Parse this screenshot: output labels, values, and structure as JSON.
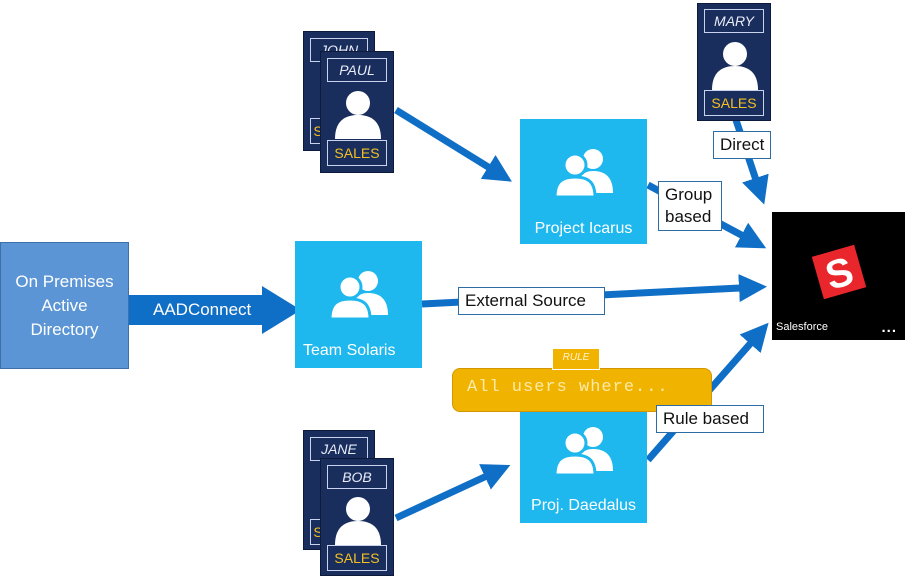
{
  "users_top": {
    "back_name": "JOHN",
    "back_dept_fragment": "S",
    "front_name": "PAUL",
    "front_dept": "SALES"
  },
  "user_direct": {
    "name": "MARY",
    "dept": "SALES"
  },
  "users_bottom": {
    "back_name": "JANE",
    "back_dept_fragment": "S",
    "front_name": "BOB",
    "front_dept": "SALES"
  },
  "groups": {
    "icarus": "Project Icarus",
    "solaris": "Team Solaris",
    "daedalus": "Proj. Daedalus"
  },
  "source": {
    "onprem_lines": [
      "On Premises",
      "Active",
      "Directory"
    ],
    "connector": "AADConnect"
  },
  "callouts": {
    "direct": "Direct",
    "group_based_line1": "Group",
    "group_based_line2": "based",
    "external": "External Source",
    "rule_based": "Rule based"
  },
  "rule": {
    "tag": "RULE",
    "query": "All users where..."
  },
  "app": {
    "name": "Salesforce",
    "more": "..."
  },
  "colors": {
    "arrow": "#0f6fc6",
    "card": "#1a2e5e",
    "group": "#1eb8ee",
    "dept_text": "#f3c020",
    "rule": "#f0b400",
    "onprem": "#5b95d5",
    "app_bg": "#000000",
    "logo": "#e8262b"
  }
}
